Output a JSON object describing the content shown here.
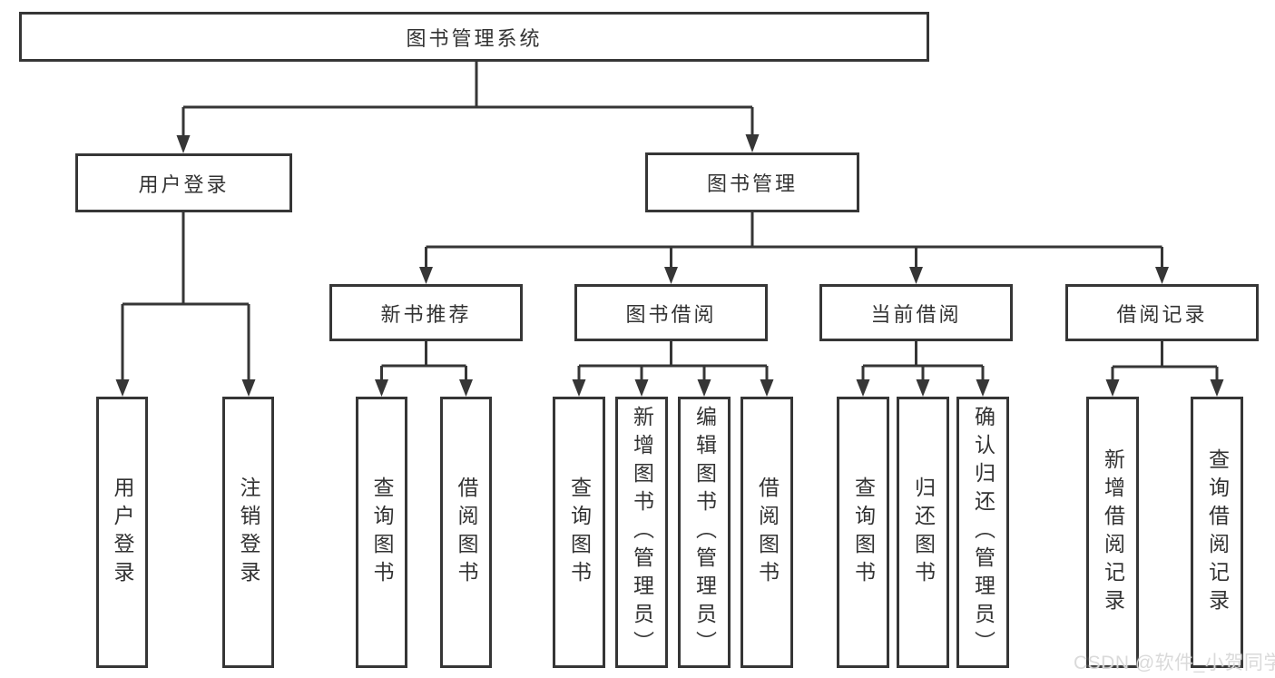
{
  "diagram_title": "图书管理系统",
  "tree": {
    "label": "图书管理系统",
    "children": [
      {
        "label": "用户登录",
        "children": [
          {
            "label": "用户登录"
          },
          {
            "label": "注销登录"
          }
        ]
      },
      {
        "label": "图书管理",
        "children": [
          {
            "label": "新书推荐",
            "children": [
              {
                "label": "查询图书"
              },
              {
                "label": "借阅图书"
              }
            ]
          },
          {
            "label": "图书借阅",
            "children": [
              {
                "label": "查询图书"
              },
              {
                "label": "新增图书（管理员）"
              },
              {
                "label": "编辑图书（管理员）"
              },
              {
                "label": "借阅图书"
              }
            ]
          },
          {
            "label": "当前借阅",
            "children": [
              {
                "label": "查询图书"
              },
              {
                "label": "归还图书"
              },
              {
                "label": "确认归还（管理员）"
              }
            ]
          },
          {
            "label": "借阅记录",
            "children": [
              {
                "label": "新增借阅记录"
              },
              {
                "label": "查询借阅记录"
              }
            ]
          }
        ]
      }
    ]
  },
  "watermark": {
    "text": "CSDN @软件_小贺同学"
  },
  "colors": {
    "line": "#363636",
    "text": "#333333",
    "background": "#ffffff",
    "watermark": "#d8d8d8"
  }
}
